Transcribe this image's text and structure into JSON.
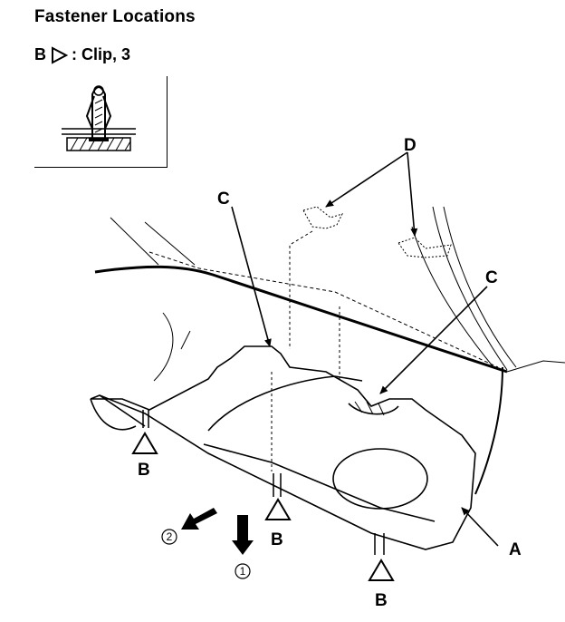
{
  "header": {
    "title": "Fastener Locations"
  },
  "legend": {
    "letter": "B",
    "text": ": Clip, 3"
  },
  "callouts": {
    "a": "A",
    "b1": "B",
    "b2": "B",
    "b3": "B",
    "c1": "C",
    "c2": "C",
    "d": "D"
  },
  "directions": {
    "first": "1",
    "second": "2"
  },
  "icons": {
    "clip_marker": "triangle-outline-icon",
    "direction_arrow": "bold-arrow-icon",
    "clip_detail": "clip-cross-section-icon"
  }
}
